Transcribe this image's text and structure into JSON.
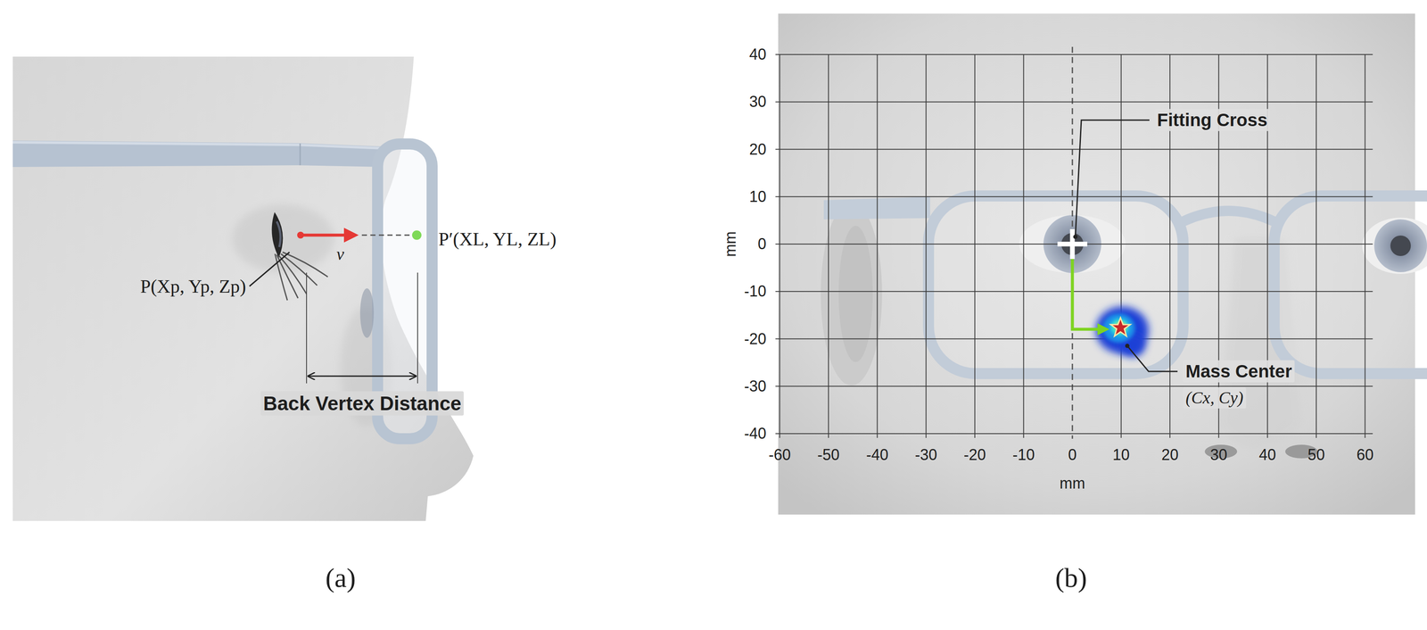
{
  "diagram": {
    "labels": [
      "P(Xp, Yp, Zp)",
      "v⃗",
      "P′(XL, YL, ZL)",
      "Back Vertex Distance",
      "(a)",
      "40",
      "30",
      "20",
      "10",
      "0",
      "-10",
      "-20",
      "-30",
      "-40",
      "mm",
      "-60",
      "-50",
      "-40",
      "-30",
      "-20",
      "-10",
      "0",
      "10",
      "20",
      "30",
      "40",
      "50",
      "60",
      "mm",
      "Fitting Cross",
      "Mass Center",
      "(Cx, Cy)",
      "(b)"
    ]
  }
}
